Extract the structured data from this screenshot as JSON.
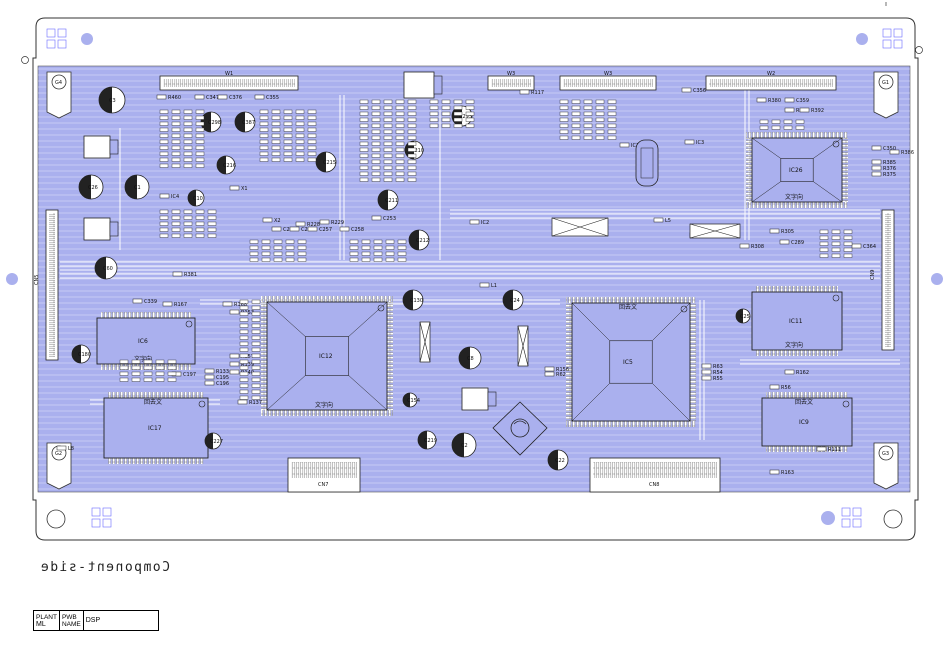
{
  "side_label": "Component-side",
  "title_block": {
    "plant_label": "PLANT",
    "plant_value": "ML",
    "pwb_label": "PWB",
    "name_label": "NAME",
    "name_value": "DSP"
  },
  "colors": {
    "board_fill": "#aab0ee",
    "outline": "#333333",
    "trace": "#ffffff",
    "mark": "#000000"
  },
  "ics": [
    {
      "ref": "IC12",
      "orient": "文字向"
    },
    {
      "ref": "IC5",
      "orient": "回去文"
    },
    {
      "ref": "IC26",
      "orient": "文字向"
    },
    {
      "ref": "IC6",
      "orient": "文字向"
    },
    {
      "ref": "IC11",
      "orient": "文字向"
    },
    {
      "ref": "IC17",
      "orient": "回去文"
    },
    {
      "ref": "IC9",
      "orient": "回去文"
    }
  ],
  "connectors": [
    "W1",
    "W3",
    "W3",
    "W2",
    "CN7",
    "CN8",
    "CN5",
    "CN9"
  ],
  "mounting_holes": [
    "G4",
    "G1",
    "G2",
    "G3"
  ],
  "caps": [
    "C3",
    "C26",
    "C1",
    "C295",
    "C298",
    "C387",
    "C215",
    "C216",
    "C210",
    "C211",
    "C212",
    "C130",
    "C24",
    "C8",
    "C23",
    "C2",
    "C22",
    "C25",
    "C180",
    "C154",
    "C219",
    "C227",
    "C60",
    "C10"
  ],
  "components": [
    "R460",
    "C347",
    "C376",
    "C355",
    "R380",
    "C359",
    "R386",
    "C356",
    "C350",
    "R385",
    "R376",
    "R375",
    "R391",
    "R392",
    "R305",
    "R308",
    "C289",
    "C364",
    "R381",
    "C339",
    "R167",
    "R168",
    "R153",
    "R157",
    "R139",
    "R140",
    "R137",
    "R133",
    "C195",
    "C196",
    "C197",
    "R156",
    "R62",
    "R63",
    "R54",
    "R55",
    "R56",
    "R162",
    "R163",
    "R111",
    "R117",
    "L1",
    "L5",
    "L7",
    "L8",
    "Q2",
    "IC1",
    "IC2",
    "IC3",
    "IC4",
    "X1",
    "X2",
    "R228",
    "R229",
    "C253",
    "C254",
    "C256",
    "C257",
    "C258"
  ]
}
